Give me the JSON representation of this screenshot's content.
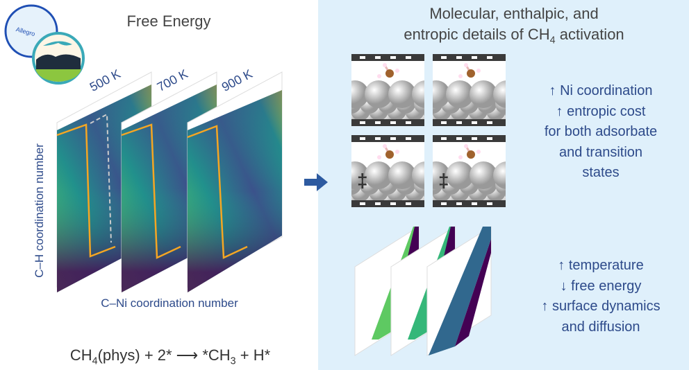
{
  "left": {
    "title": "Free Energy",
    "temperatures": [
      "500 K",
      "700 K",
      "900 K"
    ],
    "y_axis_label": "C–H coordination number",
    "x_axis_label": "C–Ni coordination number",
    "equation": {
      "lhs": "CH",
      "lhs_sub": "4",
      "lhs_rest": "(phys) + 2* ⟶ *CH",
      "rhs_sub": "3",
      "rhs_rest": " + H*"
    },
    "logo_text": "Allegro"
  },
  "right": {
    "title_line1": "Molecular, enthalpic, and",
    "title_line2_pre": "entropic details of CH",
    "title_line2_sub": "4",
    "title_line2_post": " activation",
    "ts_symbol": "‡",
    "statement1": [
      "↑ Ni coordination",
      "↑ entropic cost",
      "for both adsorbate",
      "and transition",
      "states"
    ],
    "statement2": [
      "↑ temperature",
      "↓ free energy",
      "↑ surface dynamics",
      "and diffusion"
    ]
  },
  "colors": {
    "accent": "#2d4a8a",
    "panel_bg": "#dff0fb",
    "path": "#f5a623"
  }
}
